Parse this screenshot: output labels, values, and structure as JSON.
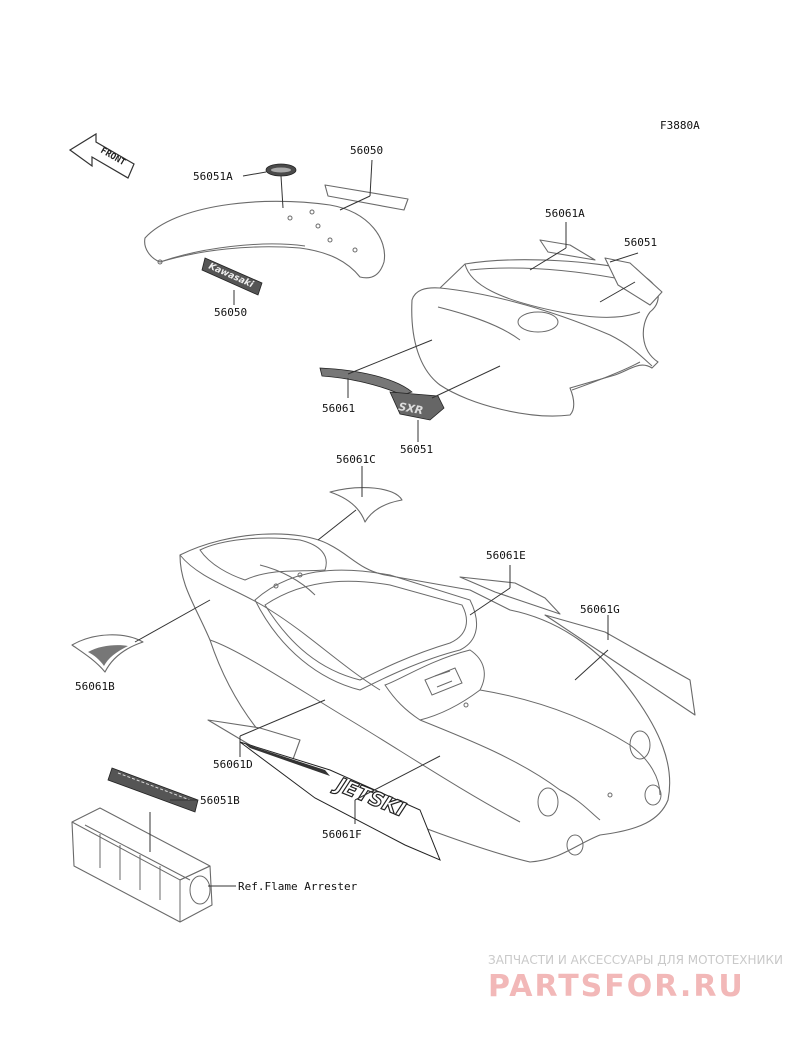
{
  "figure_code": "F3880A",
  "front_label": "FRONT",
  "parts": {
    "p56051A": "56051A",
    "p56050_top": "56050",
    "p56050_bottom": "56050",
    "p56061A": "56061A",
    "p56051_right": "56051",
    "p56061": "56061",
    "p56051_lower": "56051",
    "p56061C": "56061C",
    "p56061E": "56061E",
    "p56061G": "56061G",
    "p56061B": "56061B",
    "p56061D": "56061D",
    "p56051B": "56051B",
    "p56061F": "56061F",
    "ref_flame_arrester": "Ref.Flame Arrester"
  },
  "decal_text": {
    "kawasaki": "Kawasaki",
    "jetski": "JETSKI",
    "sxr": "SXR"
  },
  "watermark": {
    "line1": "ЗАПЧАСТИ И АКСЕССУАРЫ ДЛЯ МОТОТЕХНИКИ",
    "line2": "PARTSFOR.RU"
  }
}
